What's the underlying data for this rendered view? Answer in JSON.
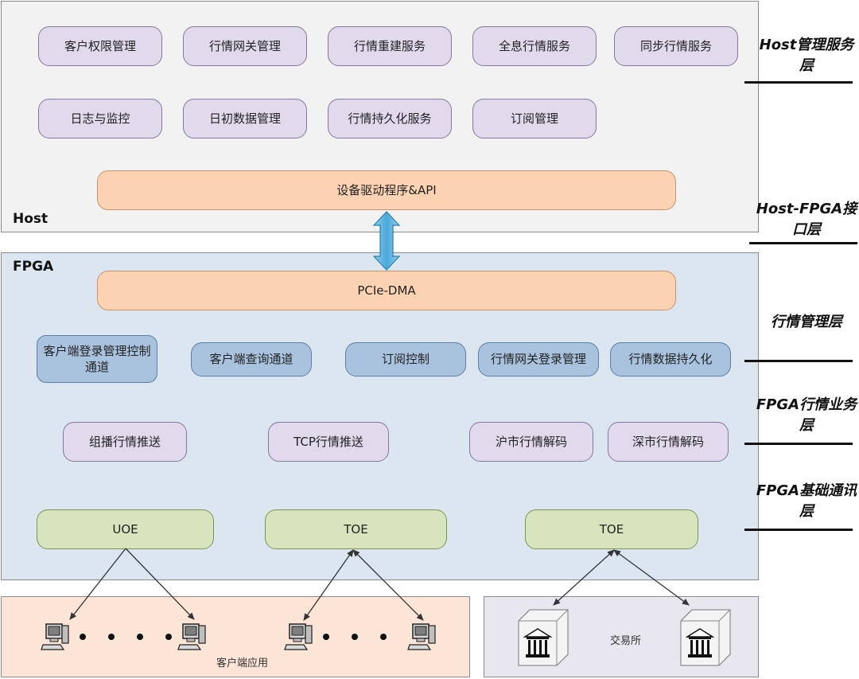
{
  "host": {
    "title": "Host",
    "services_row1": [
      "客户权限管理",
      "行情网关管理",
      "行情重建服务",
      "全息行情服务",
      "同步行情服务"
    ],
    "services_row2": [
      "日志与监控",
      "日初数据管理",
      "行情持久化服务",
      "订阅管理"
    ],
    "driver": "设备驱动程序&API"
  },
  "fpga": {
    "title": "FPGA",
    "pcie": "PCIe-DMA",
    "mgmt_row": [
      "客户端登录管理控制通道",
      "客户端查询通道",
      "订阅控制",
      "行情网关登录管理",
      "行情数据持久化"
    ],
    "business_row": [
      "组播行情推送",
      "TCP行情推送",
      "沪市行情解码",
      "深市行情解码"
    ],
    "comm_row": [
      "UOE",
      "TOE",
      "TOE"
    ]
  },
  "bottom": {
    "client_label": "客户端应用",
    "exchange_label": "交易所"
  },
  "layers": [
    "Host管理服务层",
    "Host-FPGA接口层",
    "行情管理层",
    "FPGA行情业务层",
    "FPGA基础通讯层"
  ],
  "colors": {
    "host_bg": "#f2f2f2",
    "fpga_bg": "#dce6f1",
    "purple": "#e1d9ec",
    "orange": "#fbd3b3",
    "blue": "#a9c3de",
    "green": "#d7e4bd",
    "arrow": "#5ab4e0"
  }
}
